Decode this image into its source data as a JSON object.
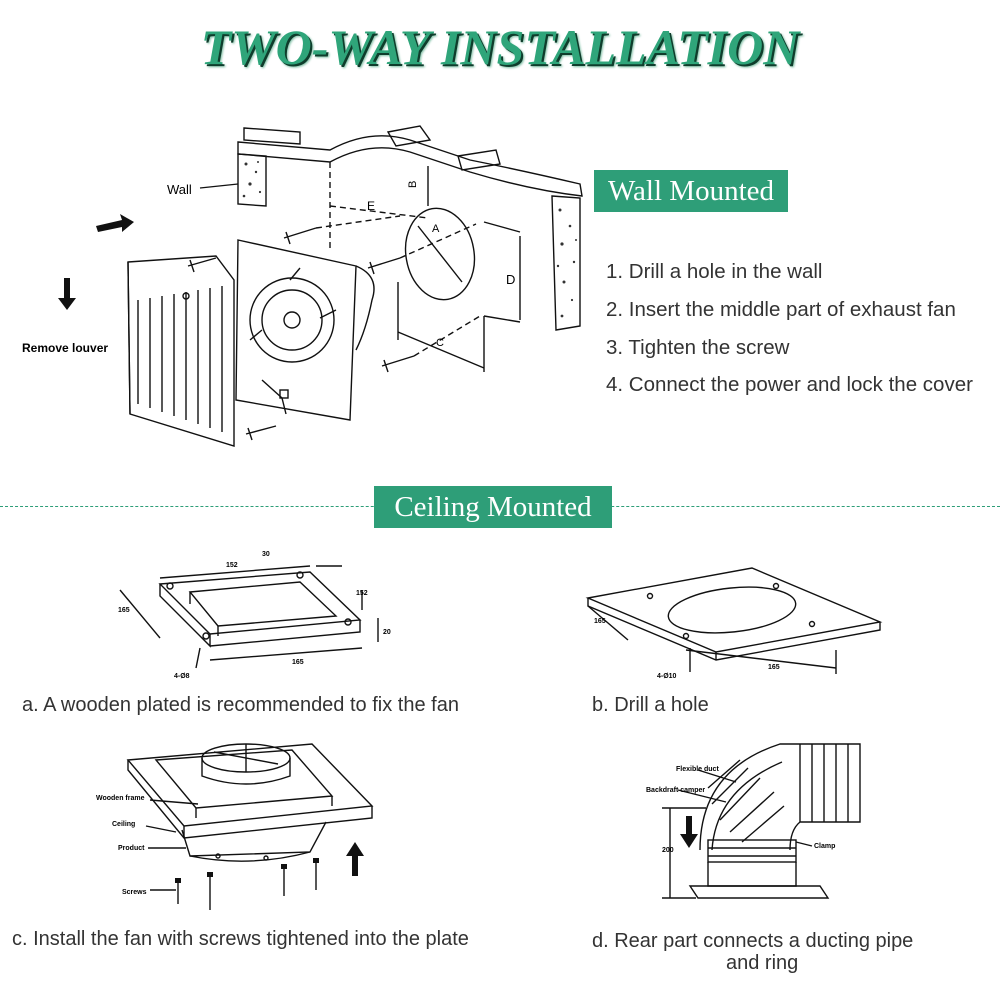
{
  "title": "TWO-WAY INSTALLATION",
  "wall": {
    "badge": "Wall Mounted",
    "steps": [
      "1. Drill a hole in the wall",
      "2. Insert the middle part of exhaust fan",
      "3. Tighten the screw",
      "4. Connect the power and lock the cover"
    ],
    "labels": {
      "wall": "Wall",
      "remove_louver": "Remove louver",
      "dim_e": "E",
      "dim_b": "B",
      "dim_a": "A",
      "dim_d": "D",
      "dim_c": "C"
    }
  },
  "ceiling": {
    "badge": "Ceiling Mounted",
    "captions": {
      "a": "a. A wooden plated is recommended to fix the fan",
      "b": "b. Drill a hole",
      "c": "c. Install the fan with screws tightened into the plate",
      "d_line1": "d. Rear part connects a ducting pipe",
      "d_line2": "and ring"
    },
    "frame_dims": {
      "top": "152",
      "top_right": "30",
      "right_side": "152",
      "thickness": "20",
      "left_side": "165",
      "bottom": "165",
      "hole": "4-Ø8"
    },
    "plate_dims": {
      "left_side": "165",
      "bottom": "165",
      "hole": "4-Ø10"
    },
    "install_labels": {
      "wooden_frame": "Wooden frame",
      "ceiling": "Ceiling",
      "product": "Product",
      "screws": "Screws"
    },
    "duct_labels": {
      "flexible_duct": "Flexible duct",
      "backdraft_damper": "Backdraft camper",
      "clamp": "Clamp",
      "height": "200"
    }
  },
  "colors": {
    "accent": "#2e9e78",
    "title": "#2fa57a",
    "text": "#333333"
  }
}
